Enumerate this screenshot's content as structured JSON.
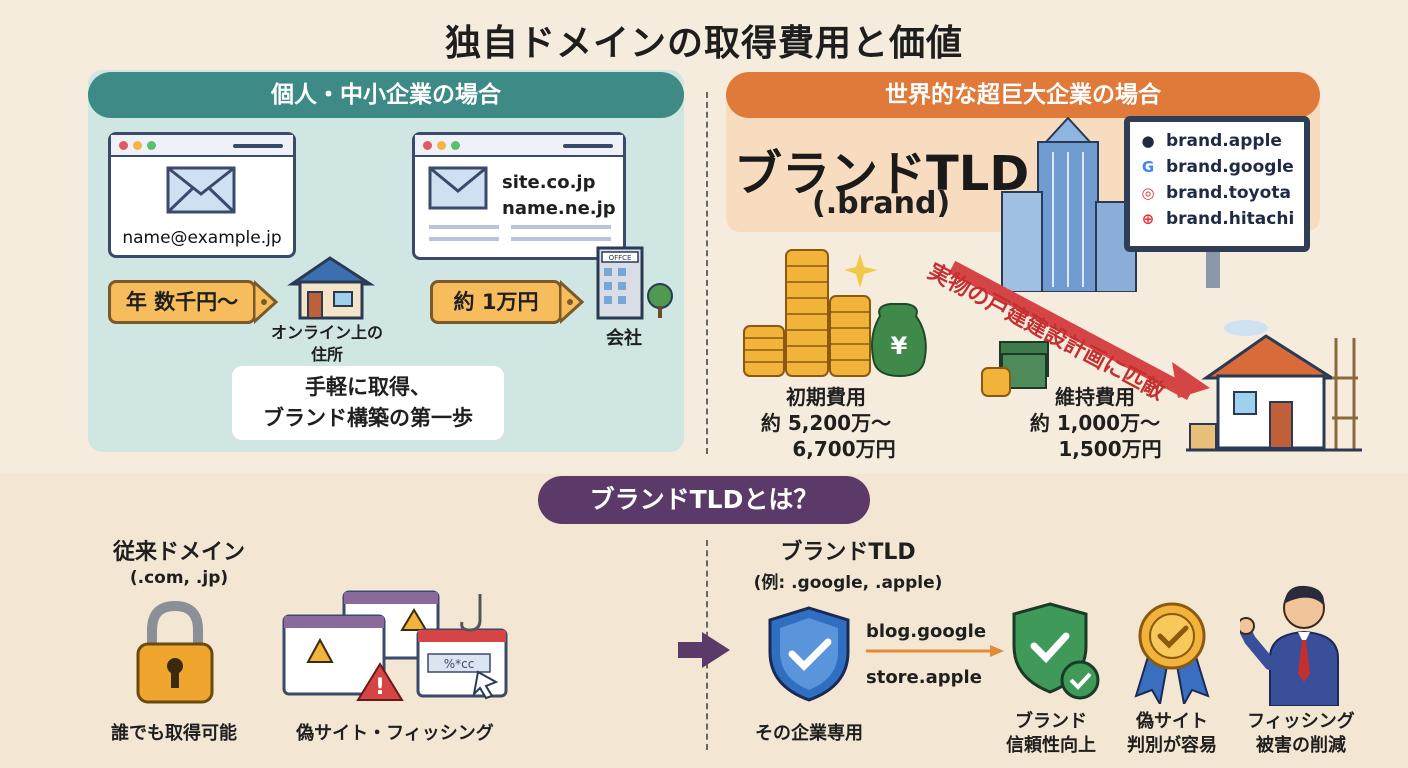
{
  "title": "独自ドメインの取得費用と価値",
  "left_panel": {
    "header": "個人・中小企業の場合",
    "card1_email": "name@example.jp",
    "card1_price": "年 数千円〜",
    "card1_caption_line1": "オンライン上の",
    "card1_caption_line2": "住所",
    "card2_domain1": "site.co.jp",
    "card2_domain2": "name.ne.jp",
    "card2_price": "約 1万円",
    "card2_caption": "会社",
    "office_sign": "OFFCE",
    "note_line1": "手軽に取得、",
    "note_line2": "ブランド構築の第一歩"
  },
  "right_panel": {
    "header": "世界的な超巨大企業の場合",
    "big_title": "ブランドTLD",
    "subtitle": "(.brand)",
    "billboard": [
      "brand.apple",
      "brand.google",
      "brand.toyota",
      "brand.hitachi"
    ],
    "initial_cost_label": "初期費用",
    "initial_cost_line1": "約 5,200万〜",
    "initial_cost_line2": "6,700万円",
    "maintenance_label": "維持費用",
    "maintenance_line1": "約 1,000万〜",
    "maintenance_line2": "1,500万円",
    "arrow_text": "実物の戸建建設計画に匹敵",
    "money_bag_symbol": "¥"
  },
  "bottom": {
    "header": "ブランドTLDとは？",
    "traditional_title": "従来ドメイン",
    "traditional_sub": "(.com, .jp)",
    "lock_caption": "誰でも取得可能",
    "phishing_caption": "偽サイト・フィッシング",
    "login_text": "%*cc",
    "brand_title": "ブランドTLD",
    "brand_sub": "(例: .google, .apple)",
    "example1": "blog.google",
    "example2": "store.apple",
    "exclusive_caption": "その企業専用",
    "benefit1_line1": "ブランド",
    "benefit1_line2": "信頼性向上",
    "benefit2_line1": "偽サイト",
    "benefit2_line2": "判別が容易",
    "benefit3_line1": "フィッシング",
    "benefit3_line2": "被害の削減"
  }
}
